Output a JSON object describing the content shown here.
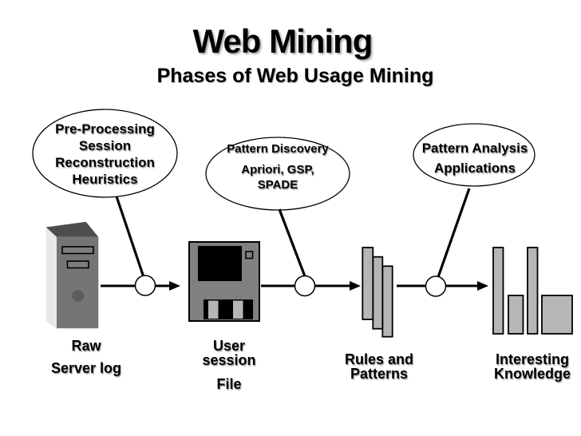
{
  "slide": {
    "title": "Web Mining",
    "subtitle": "Phases of Web Usage Mining"
  },
  "bubbles": [
    {
      "name": "pre-processing",
      "lines": [
        "Pre-Processing",
        "Session",
        "Reconstruction",
        "Heuristics"
      ]
    },
    {
      "name": "pattern-discovery",
      "lines": [
        "Pattern Discovery",
        "Apriori, GSP,",
        "SPADE"
      ]
    },
    {
      "name": "pattern-analysis",
      "lines": [
        "Pattern Analysis",
        "Applications"
      ]
    }
  ],
  "stages": [
    {
      "icon": "server-tower-icon",
      "label_lines": [
        "Raw",
        "Server log"
      ]
    },
    {
      "icon": "floppy-disk-icon",
      "label_lines": [
        "User",
        "session",
        "File"
      ]
    },
    {
      "icon": "layered-pages-icon",
      "label_lines": [
        "Rules and",
        "Patterns"
      ]
    },
    {
      "icon": "bar-chart-icon",
      "label_lines": [
        "Interesting",
        "Knowledge"
      ]
    }
  ],
  "colors": {
    "background": "#ffffff",
    "text": "#000000",
    "outline": "#000000",
    "shape_fill_light": "#b6b6b6",
    "floppy_body": "#808080",
    "tower_front": "#757575",
    "tower_top": "#4d4d4d",
    "tower_side": "#e8e8e8"
  }
}
